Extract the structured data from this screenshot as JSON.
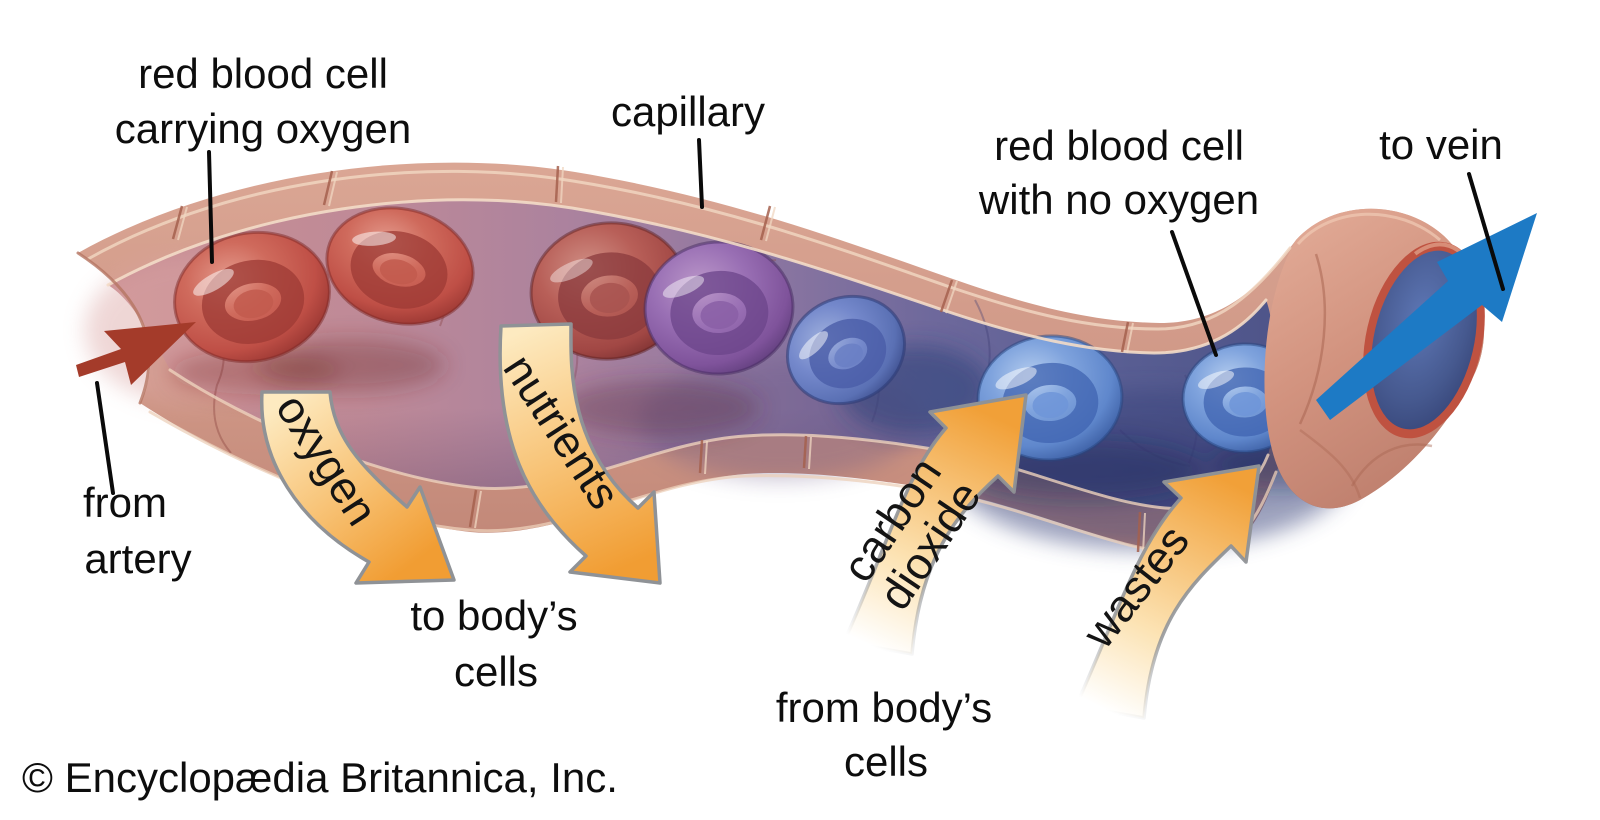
{
  "diagram": {
    "copyright": "© Encyclopædia Britannica, Inc.",
    "labels": {
      "rbc_oxygen_1": "red blood cell",
      "rbc_oxygen_2": "carrying oxygen",
      "capillary": "capillary",
      "rbc_no_oxygen_1": "red blood cell",
      "rbc_no_oxygen_2": "with no oxygen",
      "to_vein": "to vein",
      "from_artery_1": "from",
      "from_artery_2": "artery",
      "oxygen": "oxygen",
      "nutrients": "nutrients",
      "carbon_1": "carbon",
      "carbon_2": "dioxide",
      "wastes": "wastes",
      "to_cells_1": "to body’s",
      "to_cells_2": "cells",
      "from_cells_1": "from body’s",
      "from_cells_2": "cells"
    },
    "colors": {
      "vessel_wall": "#cf9786",
      "lumen_oxygenated": "#cb9094",
      "lumen_deoxygenated": "#4e5489",
      "rbc_oxygenated": "#c4544a",
      "rbc_transition": "#8a5ea6",
      "rbc_deoxygenated": "#6b95d6",
      "transfer_arrow": "#f2a03a",
      "artery_arrow": "#a43b2a",
      "vein_arrow": "#1d7ac5",
      "label_text": "#0d0d0d"
    }
  }
}
